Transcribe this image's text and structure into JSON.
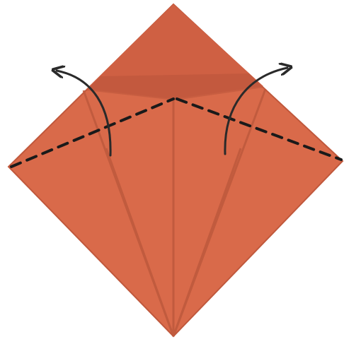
{
  "diagram": {
    "subject": "origami-step",
    "colors": {
      "paper": "#D96A4A",
      "paper_shade": "#C9573A",
      "top_flap": "#CF6043",
      "top_flap_band": "#B9543A",
      "crease": "#BF5A3D",
      "fold_line": "#1a1a1a",
      "arrow": "#2a2a2a",
      "background": "#FFFFFF"
    },
    "marks": {
      "valley_fold_lines": 2,
      "fold_arrows": 2,
      "radial_creases": 5
    }
  }
}
